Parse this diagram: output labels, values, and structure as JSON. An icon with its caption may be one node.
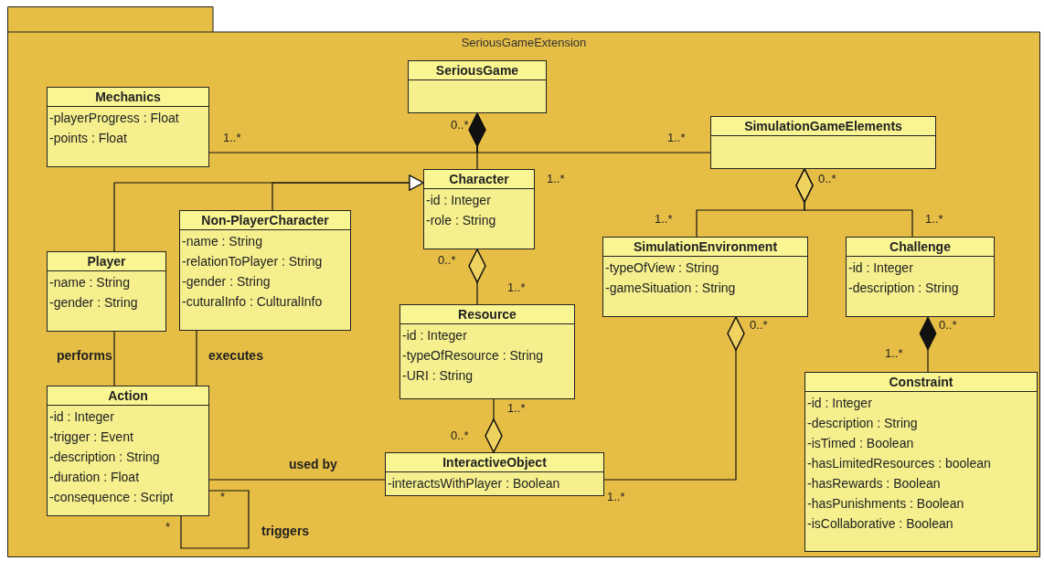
{
  "diagram": {
    "nodes": [
      {
        "text": [
          "SeriousGameExtension"
        ]
      },
      {
        "text": [
          "SeriousGame"
        ],
        "in": 0
      },
      {
        "text": [
          "Mechanics",
          "-playerProgress : Float",
          "-points : Float"
        ],
        "in": 0
      },
      {
        "text": [
          "SimulationGameElements"
        ],
        "in": 0
      },
      {
        "text": [
          "Character",
          "-id : Integer",
          "-role : String"
        ],
        "in": 0
      },
      {
        "text": [
          "Non-PlayerCharacter",
          "-name : String",
          "-relationToPlayer : String",
          "-gender : String",
          "-cuturalInfo : CulturalInfo"
        ],
        "in": 0
      },
      {
        "text": [
          "Player",
          "-name : String",
          "-gender : String"
        ],
        "in": 0
      },
      {
        "text": [
          "SimulationEnvironment",
          "-typeOfView : String",
          "-gameSituation : String"
        ],
        "in": 0
      },
      {
        "text": [
          "Challenge",
          "-id : Integer",
          "-description : String"
        ],
        "in": 0
      },
      {
        "text": [
          "Resource",
          "-id : Integer",
          "-typeOfResource : String",
          "-URI : String"
        ],
        "in": 0
      },
      {
        "text": [
          "Constraint",
          "-id : Integer",
          "-description : String",
          "-isTimed : Boolean",
          "-hasLimitedResources : boolean",
          "-hasRewards : Boolean",
          "-hasPunishments : Boolean",
          "-isCollaborative : Boolean"
        ],
        "in": 0
      },
      {
        "text": [
          "Action",
          "-id : Integer",
          "-trigger : Event",
          "-description : String",
          "-duration : Float",
          "-consequence : Script"
        ],
        "in": 0
      },
      {
        "text": [
          "InteractiveObject",
          "-interactsWithPlayer : Boolean"
        ],
        "in": 0
      }
    ],
    "edges": [
      {
        "from": 1,
        "to": 2,
        "arrow": "other"
      },
      {
        "from": 1,
        "to": 3,
        "arrow": "other"
      },
      {
        "from": 1,
        "to": 4,
        "arrow": "other"
      },
      {
        "from": 6,
        "to": 4,
        "arrow": "to"
      },
      {
        "from": 5,
        "to": 4,
        "arrow": "to"
      },
      {
        "from": 4,
        "to": 9,
        "arrow": "other"
      },
      {
        "from": 3,
        "to": 7,
        "arrow": "other"
      },
      {
        "from": 3,
        "to": 8,
        "arrow": "other"
      },
      {
        "from": 8,
        "to": 10,
        "arrow": "other"
      },
      {
        "from": 7,
        "to": 12,
        "arrow": "other"
      },
      {
        "from": 12,
        "to": 9,
        "arrow": "other"
      },
      {
        "from": 6,
        "to": 11,
        "arrow": "none",
        "label": "performs"
      },
      {
        "from": 5,
        "to": 11,
        "arrow": "none",
        "label": "executes"
      },
      {
        "from": 11,
        "to": 12,
        "arrow": "none",
        "label": "used by"
      },
      {
        "from": 11,
        "to": 11,
        "arrow": "none",
        "label": "triggers"
      }
    ],
    "labels": [
      "0..*",
      "1..*",
      "1..*",
      "1..*",
      "0..*",
      "1..*",
      "1..*",
      "0..*",
      "1..*",
      "0..*",
      "0..*",
      "1..*",
      "1..*",
      "0..*",
      "*",
      "1..*",
      "*"
    ]
  }
}
